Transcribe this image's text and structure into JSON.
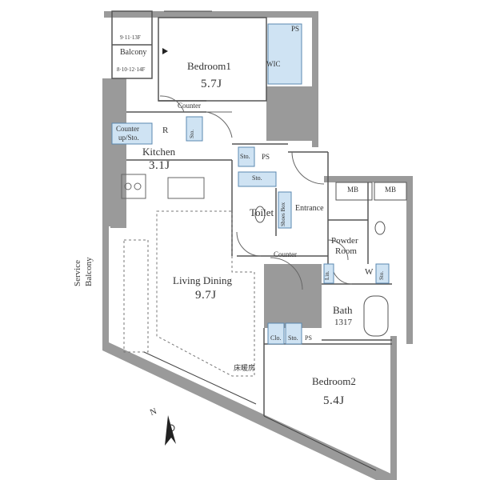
{
  "rooms": {
    "bedroom1": {
      "name": "Bedroom1",
      "size": "5.7J"
    },
    "bedroom2": {
      "name": "Bedroom2",
      "size": "5.4J"
    },
    "kitchen": {
      "name": "Kitchen",
      "size": "3.1J"
    },
    "living": {
      "name": "Living Dining",
      "size": "9.7J",
      "floor_heating": "床暖房"
    },
    "bath": {
      "name": "Bath",
      "size": "1317"
    },
    "powder": {
      "line1": "Powder",
      "line2": "Room"
    },
    "toilet": "Toilet",
    "entrance": "Entrance",
    "balcony": "Balcony",
    "balcony_dims_top": "9·11·13F",
    "balcony_dims_bottom": "8·10·12·14F",
    "service_balcony_line1": "Service",
    "service_balcony_line2": "Balcony"
  },
  "fixtures": {
    "ps": "PS",
    "wic": "WIC",
    "counter": "Counter",
    "counter_up_line1": "Counter",
    "counter_up_line2": "up/Sto.",
    "r": "R",
    "sto": "Sto.",
    "mb": "MB",
    "shoes_box": "Shoes Box",
    "lin": "Lin.",
    "w": "W",
    "clo": "Clo."
  },
  "compass": "N",
  "colors": {
    "wall": "#9a9a9a",
    "storage_fill": "#cfe3f3",
    "storage_stroke": "#5b88b0",
    "line": "#555555"
  }
}
